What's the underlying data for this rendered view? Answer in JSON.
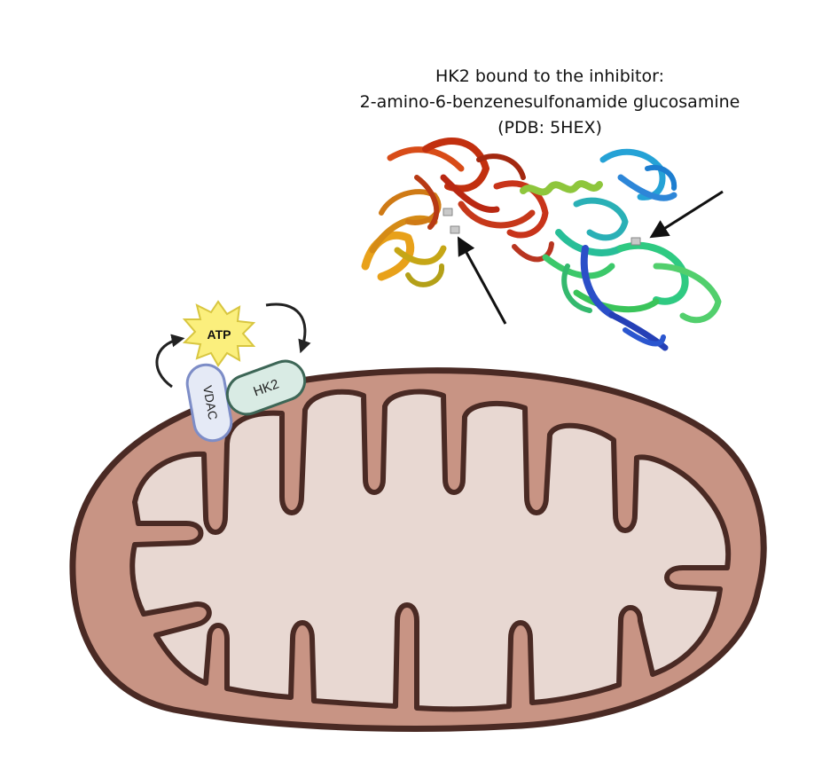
{
  "title": {
    "line1": "HK2 bound to the inhibitor:",
    "line2": "2-amino-6-benzenesulfonamide glucosamine",
    "line3": "(PDB: 5HEX)"
  },
  "labels": {
    "atp": "ATP",
    "vdac": "VDAC",
    "hk2": "HK2"
  },
  "colors": {
    "outer_membrane": "#c89484",
    "membrane_stroke": "#4a2a24",
    "matrix": "#e8d8d2",
    "vdac_fill": "#e5eaf6",
    "vdac_stroke": "#7d8dc7",
    "hk2_fill": "#d9ebe4",
    "hk2_stroke": "#3d6656",
    "atp_fill": "#fbef7d",
    "atp_stroke": "#d8c640"
  }
}
